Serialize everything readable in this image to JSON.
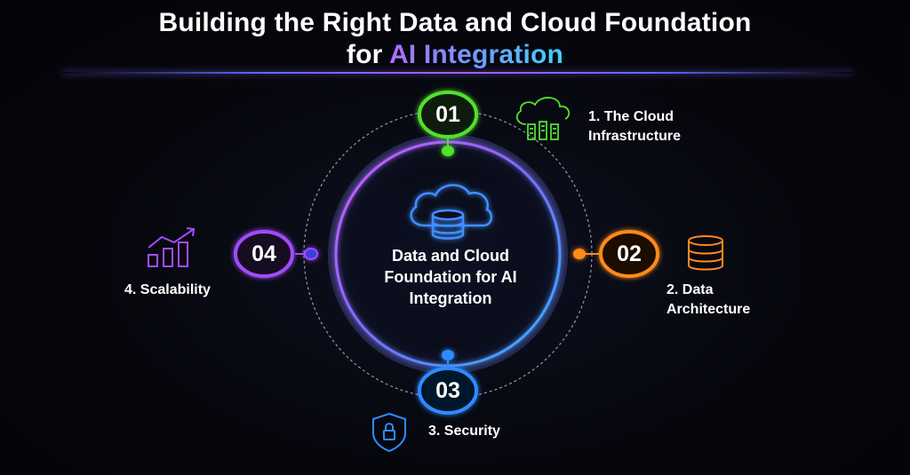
{
  "title": {
    "line1": "Building the Right Data and Cloud Foundation",
    "line2_prefix": "for ",
    "line2_highlight": "AI Integration"
  },
  "center": {
    "label": "Data and Cloud Foundation for AI Integration",
    "icon": "cloud-database-icon"
  },
  "steps": [
    {
      "number": "01",
      "prefix": "1.",
      "label": "The Cloud Infrastructure",
      "color": "#52e12c",
      "icon": "cloud-server-icon"
    },
    {
      "number": "02",
      "prefix": "2.",
      "label": "Data Architecture",
      "color": "#ff8a1c",
      "icon": "database-icon"
    },
    {
      "number": "03",
      "prefix": "3.",
      "label": "Security",
      "color": "#2f8bff",
      "icon": "shield-lock-icon"
    },
    {
      "number": "04",
      "prefix": "4.",
      "label": "Scalability",
      "color": "#a24cff",
      "icon": "bar-chart-growth-icon"
    }
  ]
}
